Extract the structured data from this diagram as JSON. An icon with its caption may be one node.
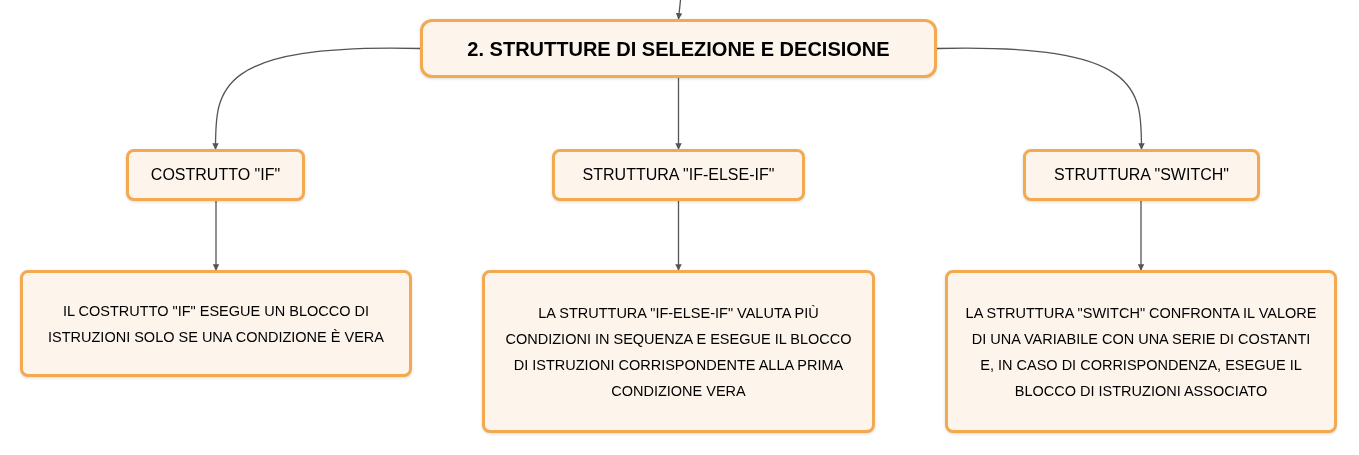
{
  "diagram": {
    "nodes": [
      {
        "text": [
          "2. STRUTTURE DI SELEZIONE E DECISIONE"
        ]
      },
      {
        "text": [
          "COSTRUTTO \"IF\""
        ]
      },
      {
        "text": [
          "STRUTTURA \"IF-ELSE-IF\""
        ]
      },
      {
        "text": [
          "STRUTTURA \"SWITCH\""
        ]
      },
      {
        "text": [
          "IL COSTRUTTO \"IF\" ESEGUE UN BLOCCO DI ISTRUZIONI SOLO SE UNA CONDIZIONE È VERA"
        ]
      },
      {
        "text": [
          "LA STRUTTURA \"IF-ELSE-IF\" VALUTA PIÙ CONDIZIONI IN SEQUENZA E ESEGUE IL BLOCCO DI ISTRUZIONI CORRISPONDENTE ALLA PRIMA CONDIZIONE VERA"
        ]
      },
      {
        "text": [
          "LA STRUTTURA \"SWITCH\" CONFRONTA IL VALORE DI UNA VARIABILE CON UNA SERIE DI COSTANTI E, IN CASO DI CORRISPONDENZA, ESEGUE IL BLOCCO DI ISTRUZIONI ASSOCIATO"
        ]
      }
    ],
    "edges": [
      {
        "from": null,
        "to": 0,
        "arrow": "to"
      },
      {
        "from": 0,
        "to": 1,
        "arrow": "to"
      },
      {
        "from": 0,
        "to": 2,
        "arrow": "to"
      },
      {
        "from": 0,
        "to": 3,
        "arrow": "to"
      },
      {
        "from": 1,
        "to": 4,
        "arrow": "to"
      },
      {
        "from": 2,
        "to": 5,
        "arrow": "to"
      },
      {
        "from": 3,
        "to": 6,
        "arrow": "to"
      }
    ]
  }
}
